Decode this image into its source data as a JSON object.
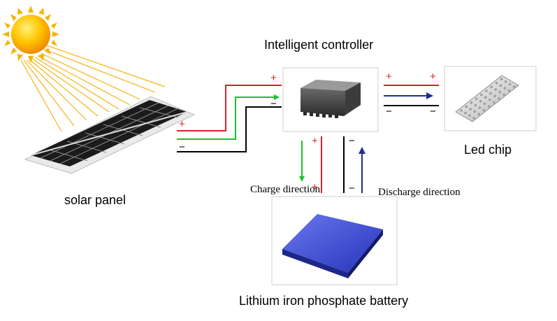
{
  "labels": {
    "controller": "Intelligent controller",
    "led": "Led chip",
    "solar": "solar panel",
    "battery": "Lithium iron phosphate battery",
    "charge": "Charge direction",
    "discharge": "Discharge direction"
  },
  "signs": {
    "plus": "+",
    "minus": "−"
  },
  "colors": {
    "positive_wire": "#d9202a",
    "negative_wire": "#000000",
    "charge_arrow": "#1fbe2c",
    "discharge_arrow": "#1e2f8c",
    "sun": "#f7b500",
    "sun_rays": "#f5b316",
    "panel_cells": "#1b1b1b",
    "battery": "#2f3fc4"
  },
  "icons": {
    "sun": "sun-icon",
    "solar_panel": "solar-panel-icon",
    "controller": "controller-device-icon",
    "led_chip": "led-chip-icon",
    "battery": "battery-icon"
  }
}
